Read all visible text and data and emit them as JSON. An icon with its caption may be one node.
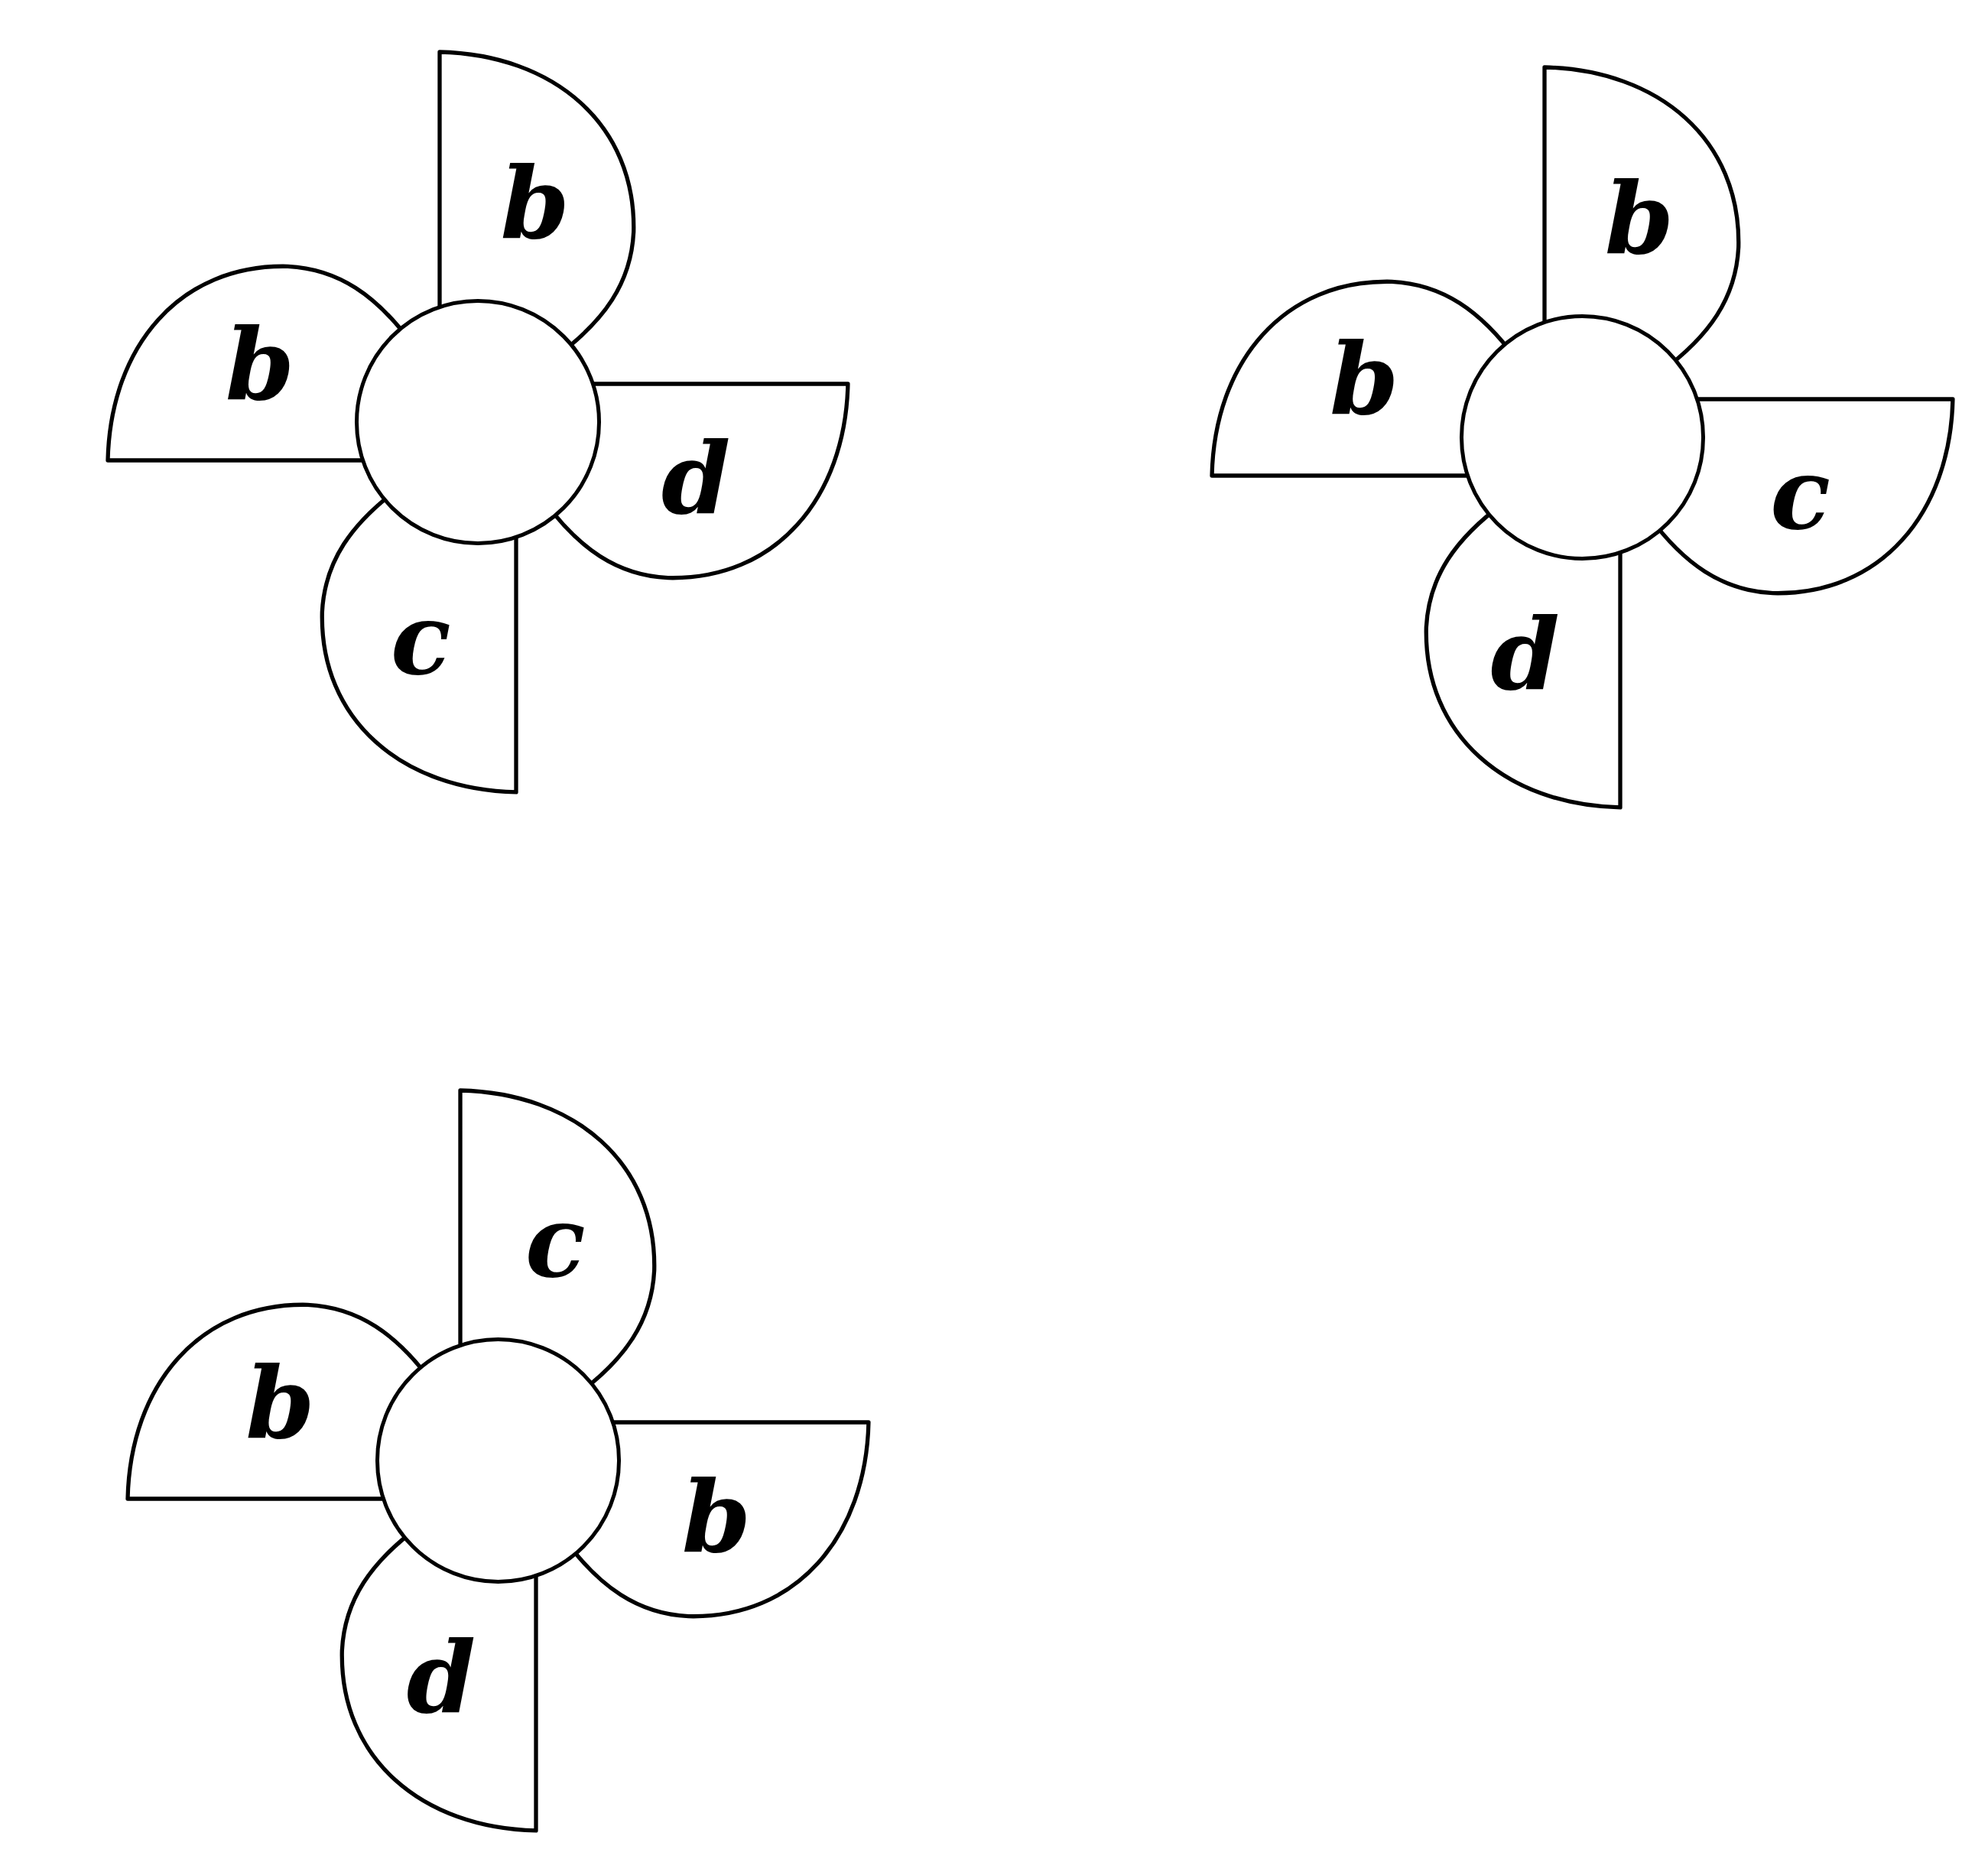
{
  "diagram": {
    "nodes": [
      {
        "text": [
          "b"
        ]
      },
      {
        "text": [
          "b"
        ]
      },
      {
        "text": [],
        "shape": "circle"
      },
      {
        "text": [
          "d"
        ]
      },
      {
        "text": [
          "c"
        ]
      },
      {
        "text": [
          "b"
        ]
      },
      {
        "text": [
          "b"
        ]
      },
      {
        "text": [],
        "shape": "circle"
      },
      {
        "text": [
          "c"
        ]
      },
      {
        "text": [
          "d"
        ]
      },
      {
        "text": [
          "c"
        ]
      },
      {
        "text": [
          "b"
        ]
      },
      {
        "text": [],
        "shape": "circle"
      },
      {
        "text": [
          "b"
        ]
      },
      {
        "text": [
          "d"
        ]
      }
    ]
  }
}
